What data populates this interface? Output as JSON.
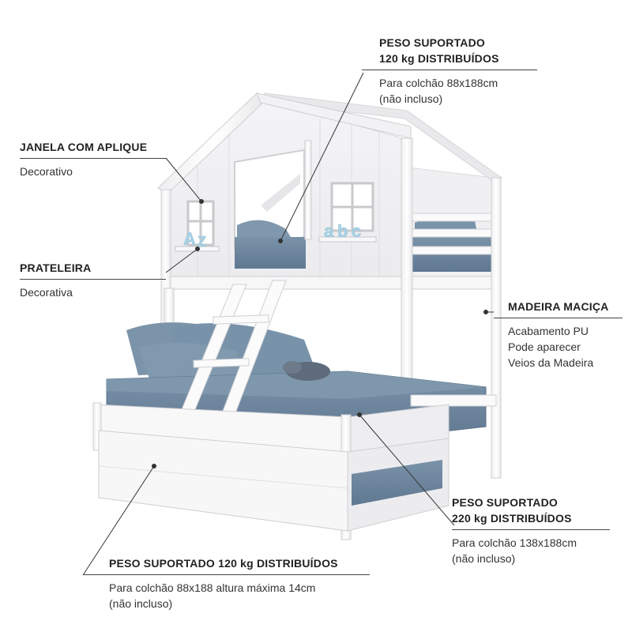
{
  "callouts": {
    "top_weight": {
      "title_line1": "PESO SUPORTADO",
      "title_line2": "120 kg DISTRIBUÍDOS",
      "desc_line1": "Para colchão 88x188cm",
      "desc_line2": "(não incluso)"
    },
    "window": {
      "title": "JANELA COM APLIQUE",
      "desc": "Decorativo"
    },
    "shelf": {
      "title": "PRATELEIRA",
      "desc": "Decorativa"
    },
    "wood": {
      "title": "MADEIRA MACIÇA",
      "desc_line1": "Acabamento PU",
      "desc_line2": "Pode aparecer",
      "desc_line3": "Veios da Madeira"
    },
    "middle_weight": {
      "title_line1": "PESO SUPORTADO",
      "title_line2": "220 kg DISTRIBUÍDOS",
      "desc_line1": "Para colchão 138x188cm",
      "desc_line2": "(não incluso)"
    },
    "trundle_weight": {
      "title": "PESO SUPORTADO 120 kg DISTRIBUÍDOS",
      "desc_line1": "Para colchão 88x188 altura máxima 14cm",
      "desc_line2": "(não incluso)"
    }
  },
  "colors": {
    "frame": "#f7f7f8",
    "mattress": "#6f8aa2",
    "pillow": "#7893aa",
    "accent": "#a9d3e6"
  }
}
